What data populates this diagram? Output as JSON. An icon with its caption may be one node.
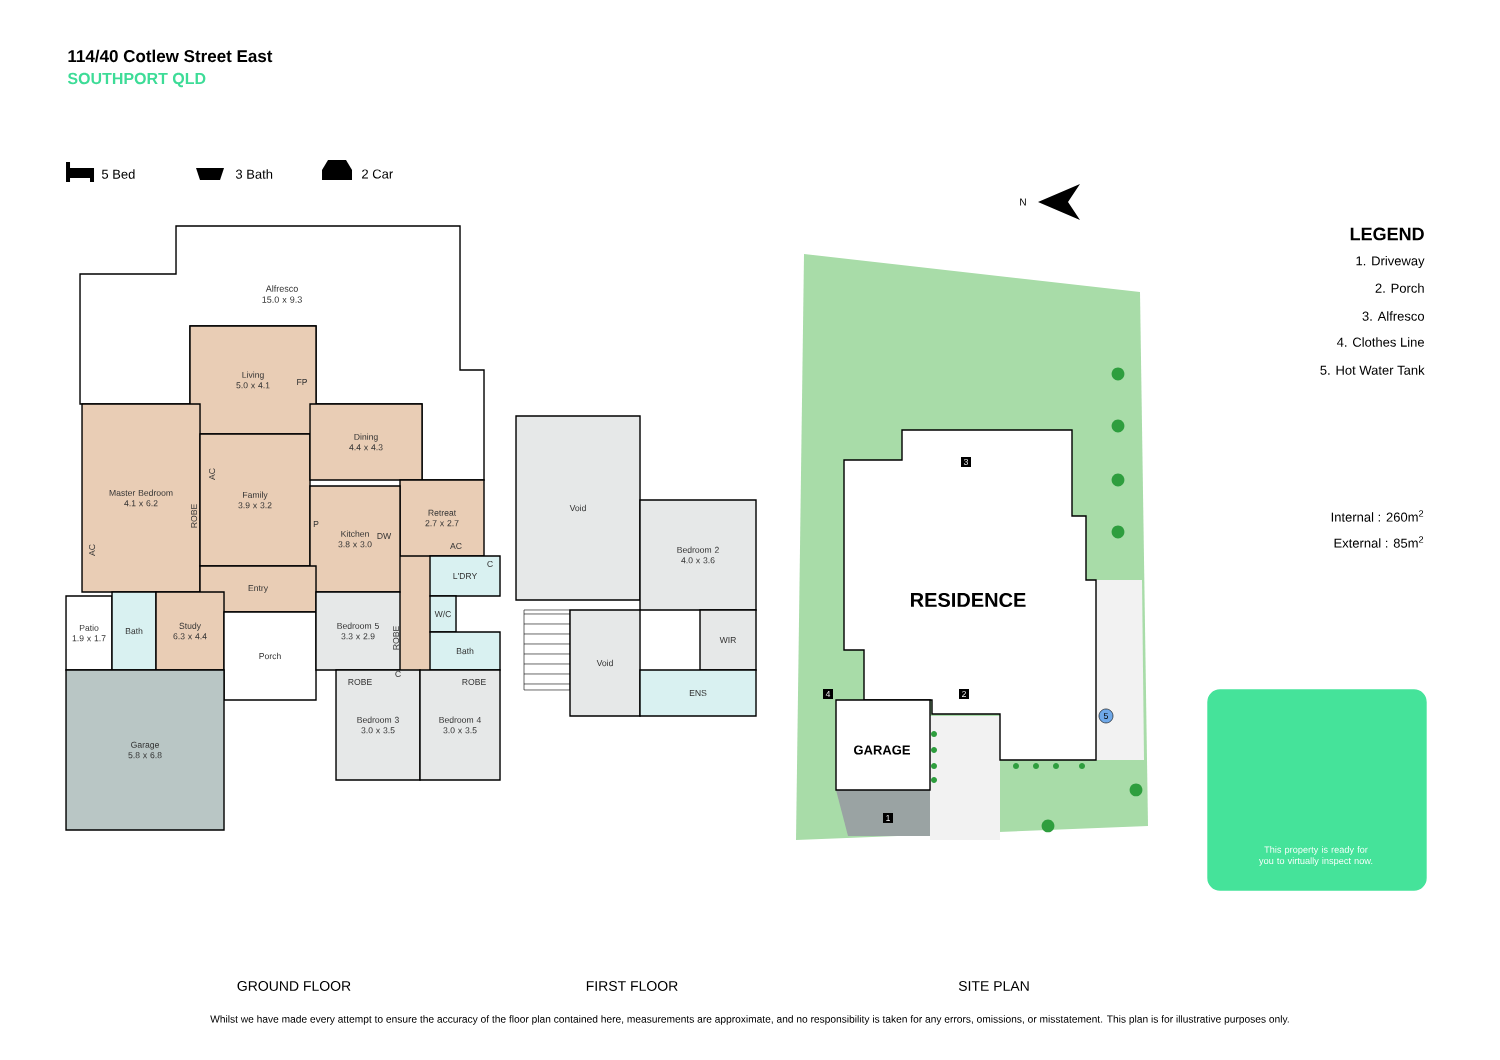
{
  "diagram": {
    "title": "114/40 Cotlew Street East",
    "nodes": [
      {
        "text": [
          "Alfresco",
          "15.0 x 9.3"
        ]
      },
      {
        "text": [
          "Living",
          "5.0 x 4.1"
        ]
      },
      {
        "text": [
          "Master Bedroom",
          "4.1 x 6.2"
        ]
      },
      {
        "text": [
          "Family",
          "3.9 x 3.2"
        ]
      },
      {
        "text": [
          "Dining",
          "4.4 x 4.3"
        ]
      },
      {
        "text": [
          "Retreat",
          "2.7 x 2.7"
        ]
      },
      {
        "text": [
          "Kitchen",
          "3.8 x 3.0"
        ]
      },
      {
        "text": [
          "Entry"
        ]
      },
      {
        "text": [
          "L'DRY"
        ]
      },
      {
        "text": [
          "Patio",
          "1.9 x 1.7"
        ]
      },
      {
        "text": [
          "Bath"
        ]
      },
      {
        "text": [
          "Study",
          "6.3 x 4.4"
        ]
      },
      {
        "text": [
          "Porch"
        ]
      },
      {
        "text": [
          "Bedroom 5",
          "3.3 x 2.9"
        ]
      },
      {
        "text": [
          "W/C"
        ]
      },
      {
        "text": [
          "Bath"
        ]
      },
      {
        "text": [
          "Bedroom 3",
          "3.0 x 3.5"
        ]
      },
      {
        "text": [
          "Bedroom 4",
          "3.0 x 3.5"
        ]
      },
      {
        "text": [
          "Garage",
          "5.8 x 6.8"
        ]
      },
      {
        "text": [
          "Void"
        ]
      },
      {
        "text": [
          "Bedroom 2",
          "4.0 x 3.6"
        ]
      },
      {
        "text": [
          "WIR"
        ]
      },
      {
        "text": [
          "Void"
        ]
      },
      {
        "text": [
          "ENS"
        ]
      },
      {
        "text": [
          "RESIDENCE"
        ]
      },
      {
        "text": [
          "GARAGE"
        ]
      },
      {
        "text": [
          "This property is ready for you to virtually inspect now."
        ]
      }
    ],
    "labels": [
      "SOUTHPORT QLD",
      "5 Bed",
      "3 Bath",
      "2 Car",
      "N",
      "LEGEND",
      "1. Driveway",
      "2. Porch",
      "3. Alfresco",
      "4. Clothes Line",
      "5. Hot Water Tank",
      "FP",
      "AC",
      "ROBE",
      "AC",
      "P",
      "DW",
      "AC",
      "C",
      "Internal : 260m$^{2}$",
      "External : 85m$^{2}$",
      "ROBE",
      "C",
      "ROBE",
      "ROBE",
      "3",
      "4",
      "2",
      "5",
      "1",
      "GROUND FLOOR",
      "FIRST FLOOR",
      "SITE PLAN",
      "Whilst we have made every attempt to ensure the accuracy of the floor plan contained here, measurements are approximate, and no responsibility is taken for any errors, omissions, or misstatement. This plan is for illustrative purposes only."
    ]
  }
}
